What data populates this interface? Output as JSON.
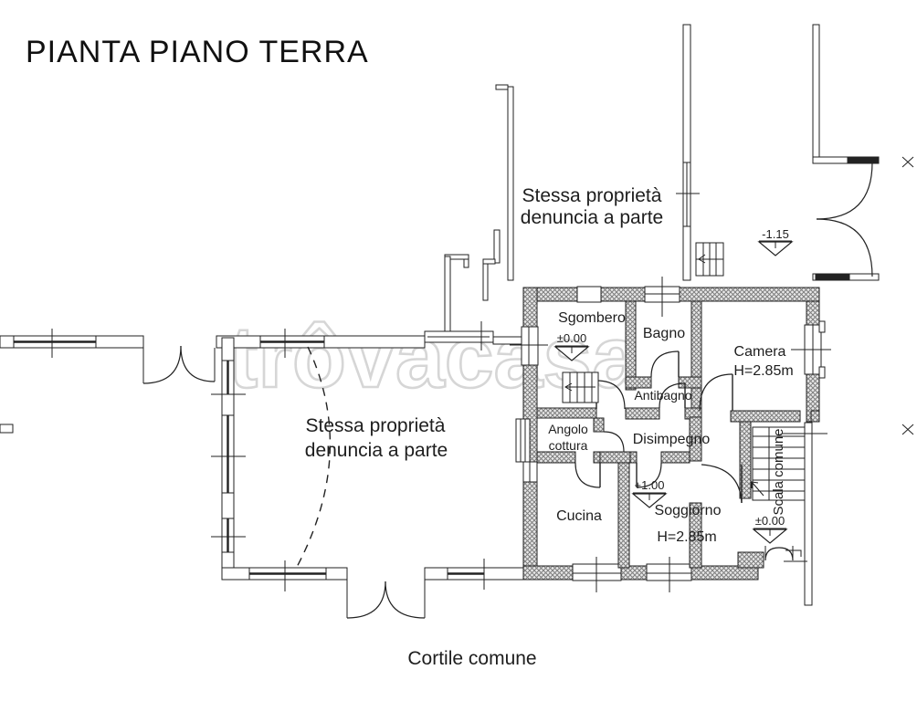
{
  "title": "PIANTA PIANO TERRA",
  "watermark": "trôvacasa",
  "areas": {
    "upper": {
      "line1": "Stessa proprietà",
      "line2": "denuncia a parte"
    },
    "left": {
      "line1": "Stessa proprietà",
      "line2": "denuncia a parte"
    },
    "courtyard": "Cortile comune",
    "common_stair": "Scala comune"
  },
  "rooms": {
    "sgombero": {
      "label": "Sgombero"
    },
    "bagno": {
      "label": "Bagno"
    },
    "camera": {
      "label": "Camera",
      "height": "H=2.85m"
    },
    "antibagno": {
      "label": "Antibagno"
    },
    "angolo_cottura": {
      "line1": "Angolo",
      "line2": "cottura"
    },
    "disimpegno": {
      "label": "Disimpegno"
    },
    "cucina": {
      "label": "Cucina"
    },
    "soggiorno": {
      "label": "Soggiorno",
      "height": "H=2.85m"
    }
  },
  "levels": {
    "sgombero": "±0.00",
    "soggiorno": "+1.00",
    "north_entrance": "-1.15",
    "stair_landing": "±0.00"
  },
  "colors": {
    "line": "#222222",
    "watermark": "#d6d6d6",
    "background": "#ffffff",
    "wall_hatch": "#b9b9b9"
  }
}
